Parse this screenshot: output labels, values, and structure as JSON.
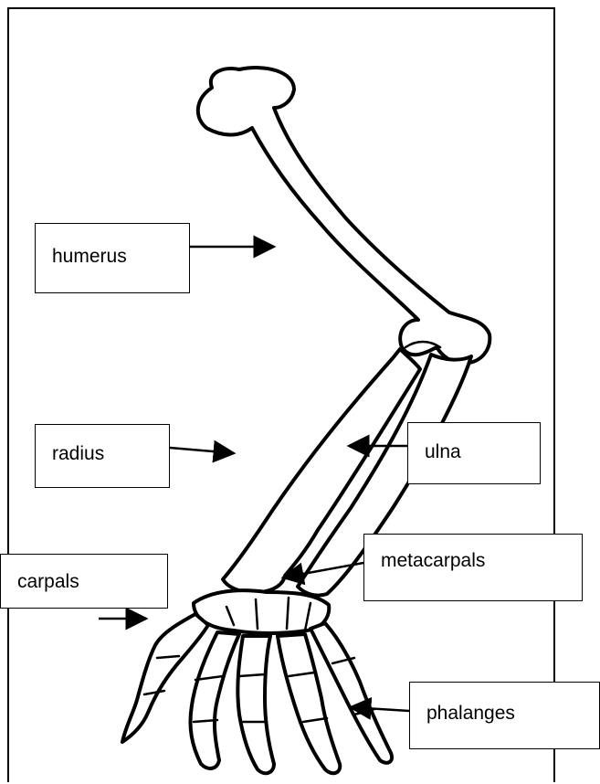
{
  "labels": {
    "humerus": "humerus",
    "radius": "radius",
    "ulna": "ulna",
    "carpals": "carpals",
    "metacarpals": "metacarpals",
    "phalanges": "phalanges"
  },
  "colors": {
    "line": "#000000",
    "background": "#ffffff"
  }
}
